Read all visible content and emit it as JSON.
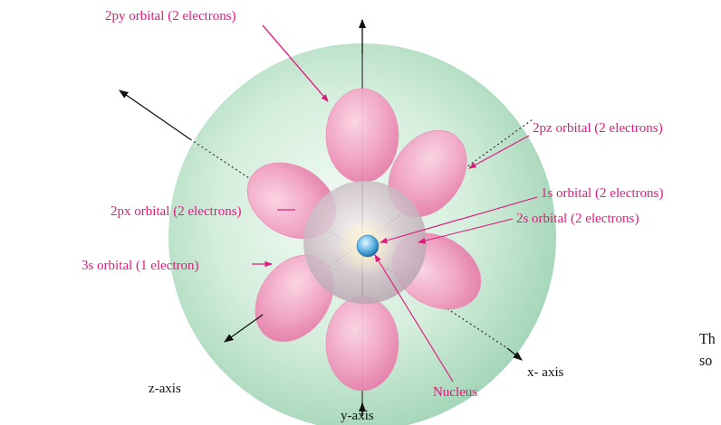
{
  "diagram": {
    "labels": [
      "2py orbital (2 electrons)",
      "2pz orbital (2 electrons)",
      "1s orbital (2 electrons)",
      "2s orbital (2 electrons)",
      "2px orbital (2 electrons)",
      "3s orbital (1 electron)",
      "x- axis",
      "z-axis",
      "y-axis",
      "Nucleus",
      "Th",
      "so"
    ]
  }
}
